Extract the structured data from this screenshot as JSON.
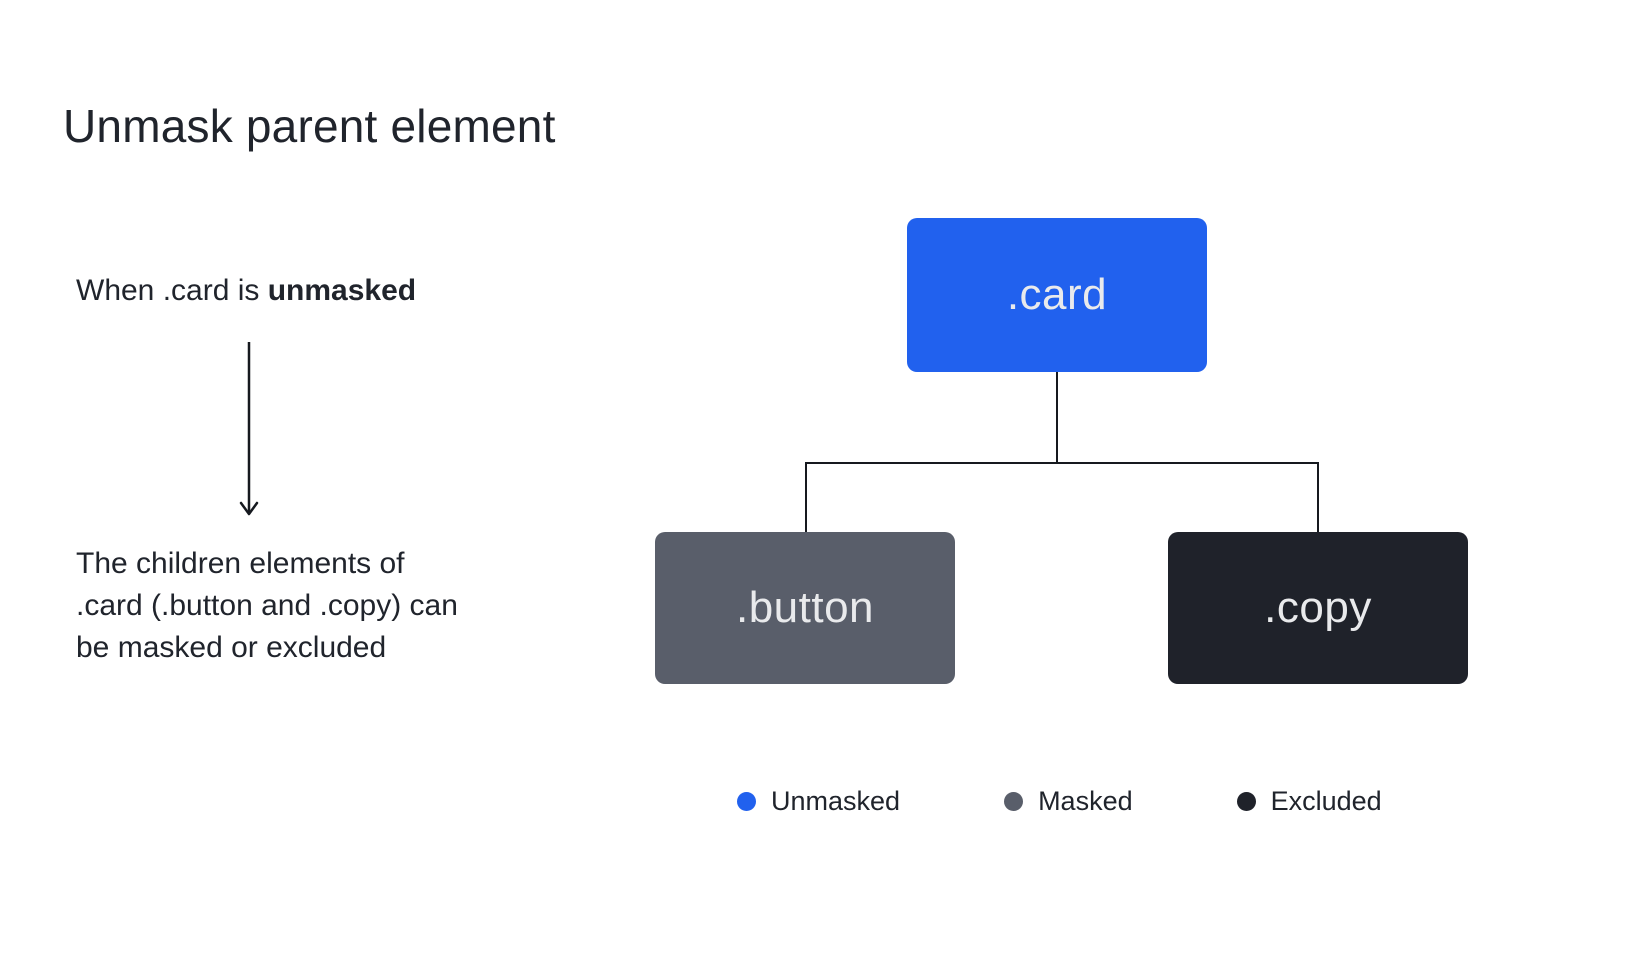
{
  "page": {
    "title": "Unmask parent element",
    "background_color": "#ffffff",
    "text_color": "#20242c"
  },
  "annotation": {
    "intro_prefix": "When .card is ",
    "intro_bold": "unmasked",
    "description_lines": [
      "The children elements of",
      ".card (.button and .copy) can",
      "be masked or excluded"
    ]
  },
  "diagram": {
    "connector_color": "#16191f",
    "node_text_color": "#e9eaec",
    "root": {
      "label": ".card",
      "state": "unmasked",
      "color": "#2161ee"
    },
    "children": [
      {
        "label": ".button",
        "state": "masked",
        "color": "#595e6a"
      },
      {
        "label": ".copy",
        "state": "excluded",
        "color": "#1f222a"
      }
    ]
  },
  "legend": {
    "items": [
      {
        "label": "Unmasked",
        "color": "#2161ee"
      },
      {
        "label": "Masked",
        "color": "#595e6a"
      },
      {
        "label": "Excluded",
        "color": "#1f222a"
      }
    ]
  }
}
